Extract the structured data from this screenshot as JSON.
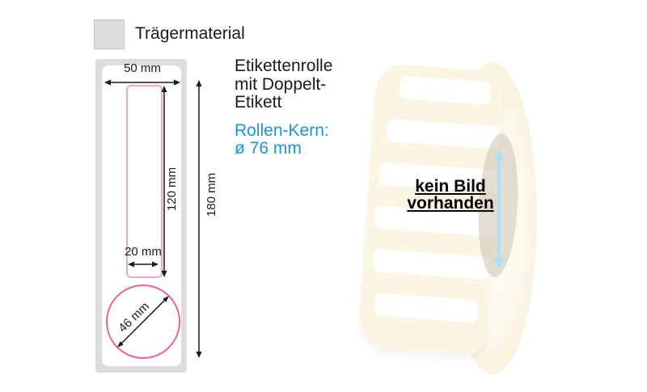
{
  "legend": {
    "label": "Trägermaterial",
    "swatch_color": "#dcdcdc"
  },
  "info": {
    "title": "Etikettenrolle\nmit Doppelt-\nEtikett",
    "core_note": "Rollen-Kern:\nø 76 mm"
  },
  "diagram": {
    "dimensions": {
      "material_width": "50 mm",
      "label_height": "120 mm",
      "label_width": "20 mm",
      "hole_diameter": "46 mm",
      "total_height": "180 mm"
    },
    "colors": {
      "carrier_material": "#dcdcdc",
      "label_outline": "#f5a3c7",
      "hole_outline": "#ec5f9e",
      "dimension_lines": "#1a1a1a",
      "accent_blue": "#1b94d5"
    }
  },
  "product_image": {
    "placeholder_text": "kein Bild\nvorhanden"
  }
}
